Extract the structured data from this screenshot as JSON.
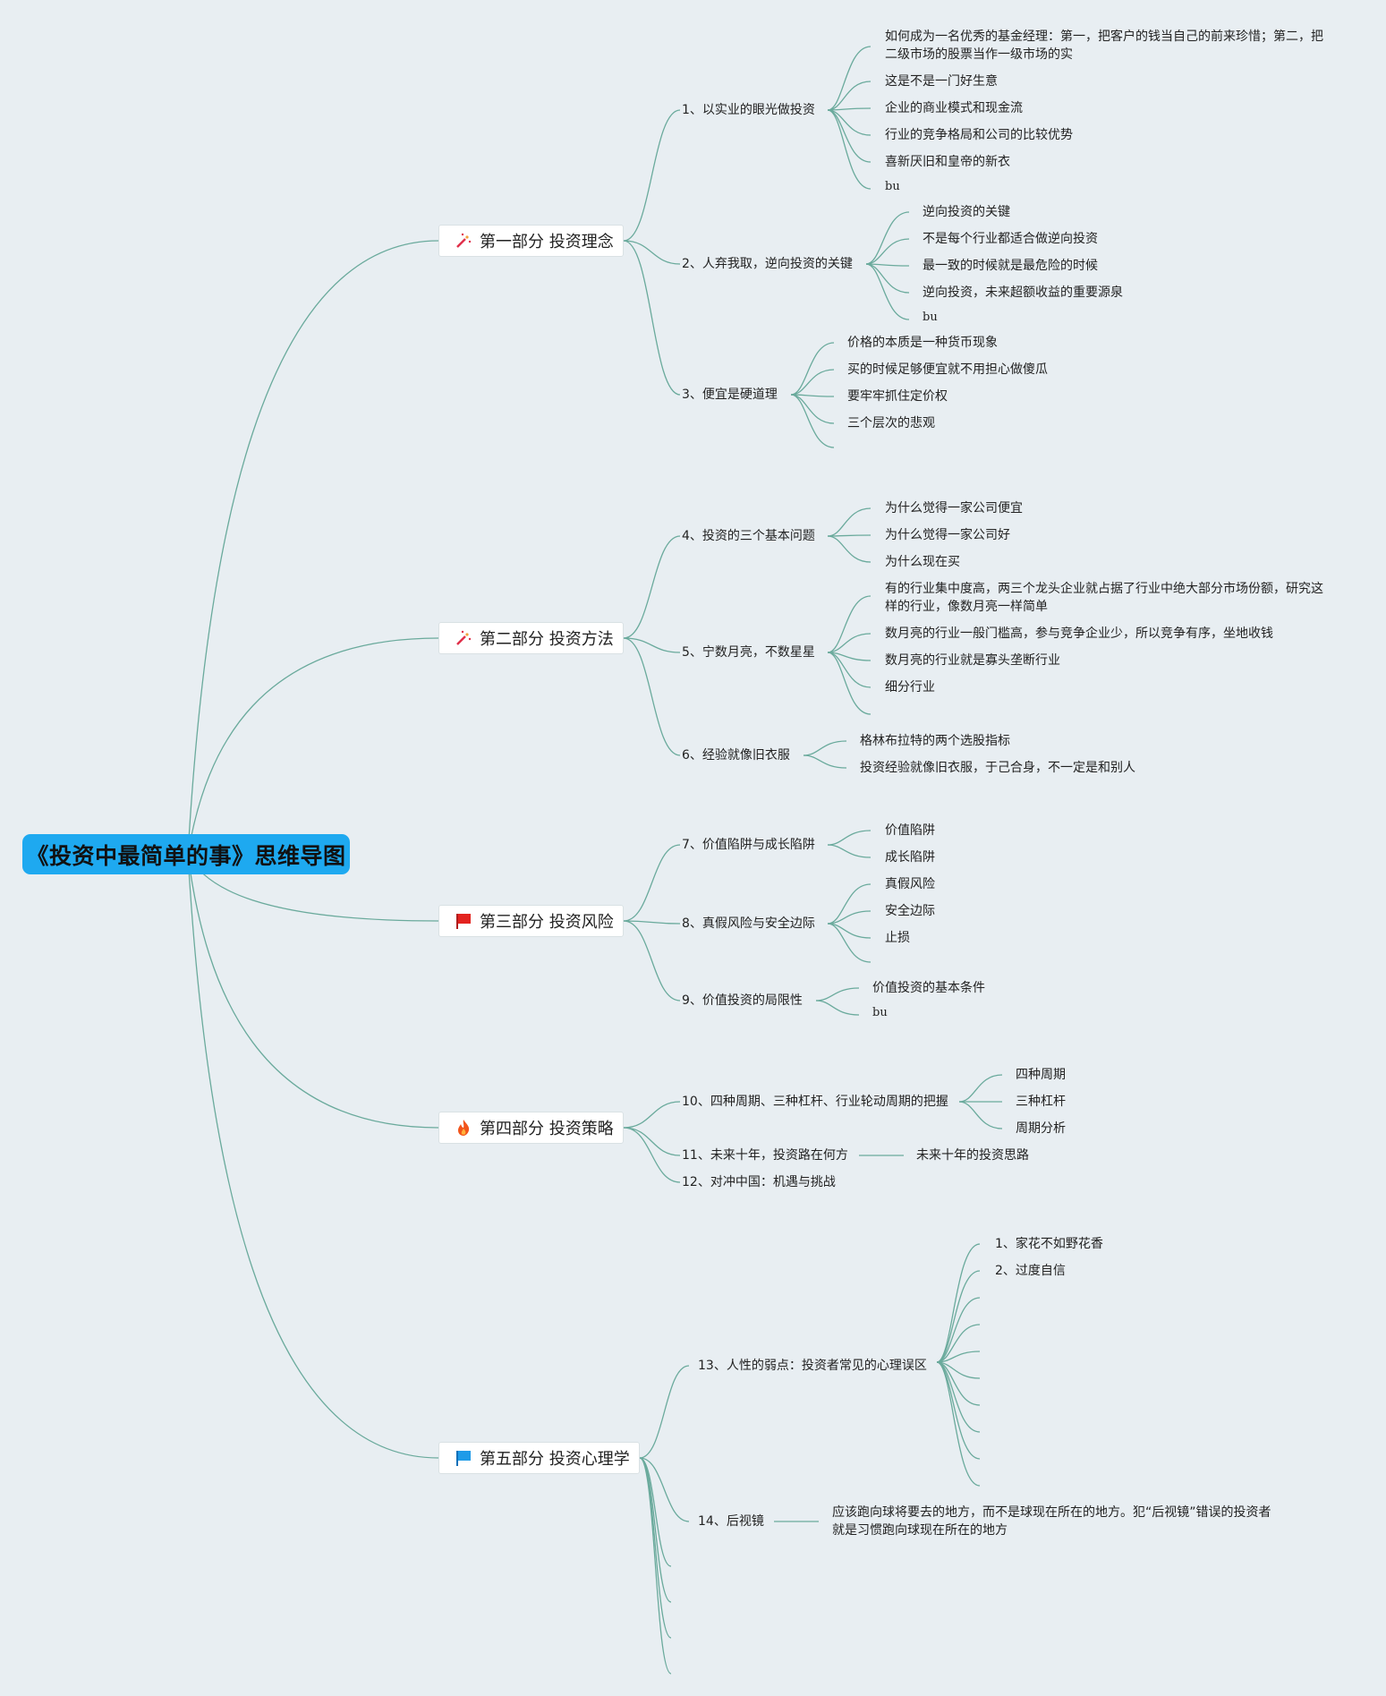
{
  "root": "《投资中最简单的事》思维导图",
  "sections": [
    {
      "title": "第一部分 投资理念",
      "icon": "magic-wand-icon"
    },
    {
      "title": "第二部分 投资方法",
      "icon": "magic-wand-icon"
    },
    {
      "title": "第三部分 投资风险",
      "icon": "red-flag-icon"
    },
    {
      "title": "第四部分 投资策略",
      "icon": "fire-icon"
    },
    {
      "title": "第五部分 投资心理学",
      "icon": "blue-flag-icon"
    }
  ],
  "topics": [
    {
      "label": "1、以实业的眼光做投资",
      "items": [
        "如何成为一名优秀的基金经理：第一，把客户的钱当自己的前来珍惜；第二，把二级市场的股票当作一级市场的实",
        "这是不是一门好生意",
        "企业的商业模式和现金流",
        "行业的竞争格局和公司的比较优势",
        "喜新厌旧和皇帝的新衣",
        "bu"
      ]
    },
    {
      "label": "2、人弃我取，逆向投资的关键",
      "items": [
        "逆向投资的关键",
        "不是每个行业都适合做逆向投资",
        "最一致的时候就是最危险的时候",
        "逆向投资，未来超额收益的重要源泉",
        "bu"
      ]
    },
    {
      "label": "3、便宜是硬道理",
      "items": [
        "价格的本质是一种货币现象",
        "买的时候足够便宜就不用担心做傻瓜",
        "要牢牢抓住定价权",
        "三个层次的悲观"
      ]
    },
    {
      "label": "4、投资的三个基本问题",
      "items": [
        "为什么觉得一家公司便宜",
        "为什么觉得一家公司好",
        "为什么现在买"
      ]
    },
    {
      "label": "5、宁数月亮，不数星星",
      "items": [
        "有的行业集中度高，两三个龙头企业就占据了行业中绝大部分市场份额，研究这样的行业，像数月亮一样简单",
        "数月亮的行业一般门槛高，参与竞争企业少，所以竞争有序，坐地收钱",
        "数月亮的行业就是寡头垄断行业",
        "细分行业"
      ]
    },
    {
      "label": "6、经验就像旧衣服",
      "items": [
        "格林布拉特的两个选股指标",
        "投资经验就像旧衣服，于己合身，不一定是和别人"
      ]
    },
    {
      "label": "7、价值陷阱与成长陷阱",
      "items": [
        "价值陷阱",
        "成长陷阱"
      ]
    },
    {
      "label": "8、真假风险与安全边际",
      "items": [
        "真假风险",
        "安全边际",
        "止损"
      ]
    },
    {
      "label": "9、价值投资的局限性",
      "items": [
        "价值投资的基本条件",
        "bu"
      ]
    },
    {
      "label": "10、四种周期、三种杠杆、行业轮动周期的把握",
      "items": [
        "四种周期",
        "三种杠杆",
        "周期分析"
      ]
    },
    {
      "label": "11、未来十年，投资路在何方",
      "items": [
        "未来十年的投资思路"
      ]
    },
    {
      "label": "12、对冲中国：机遇与挑战",
      "items": []
    },
    {
      "label": "13、人性的弱点：投资者常见的心理误区",
      "items": [
        "1、家花不如野花香",
        "2、过度自信"
      ]
    },
    {
      "label": "14、后视镜",
      "items": [
        "应该跑向球将要去的地方，而不是球现在所在的地方。犯“后视镜”错误的投资者就是习惯跑向球现在所在的地方"
      ]
    }
  ],
  "colors": {
    "background": "#e8eef2",
    "root": "#1ea9f0",
    "link": "#6aaa9c"
  }
}
